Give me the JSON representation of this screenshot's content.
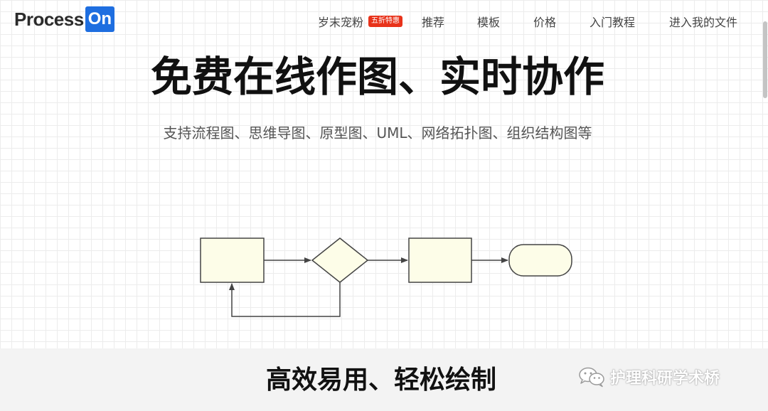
{
  "header": {
    "logo": {
      "word": "Process",
      "box_word": "On",
      "box_color": "#1e6ee0"
    },
    "nav": [
      {
        "label": "岁末宠粉",
        "badge": "五折特惠"
      },
      {
        "label": "推荐"
      },
      {
        "label": "模板"
      },
      {
        "label": "价格"
      },
      {
        "label": "入门教程"
      },
      {
        "label": "进入我的文件"
      }
    ],
    "badge_color": "#e8321a"
  },
  "hero": {
    "title": "免费在线作图、实时协作",
    "subtitle": "支持流程图、思维导图、原型图、UML、网络拓扑图、组织结构图等"
  },
  "diagram": {
    "node_fill": "#fdfde8",
    "stroke_color": "#444444",
    "nodes": [
      "process",
      "decision",
      "process",
      "terminator"
    ]
  },
  "section": {
    "title": "高效易用、轻松绘制"
  },
  "watermark": {
    "icon": "wechat-icon",
    "text": "护理科研学术桥"
  }
}
